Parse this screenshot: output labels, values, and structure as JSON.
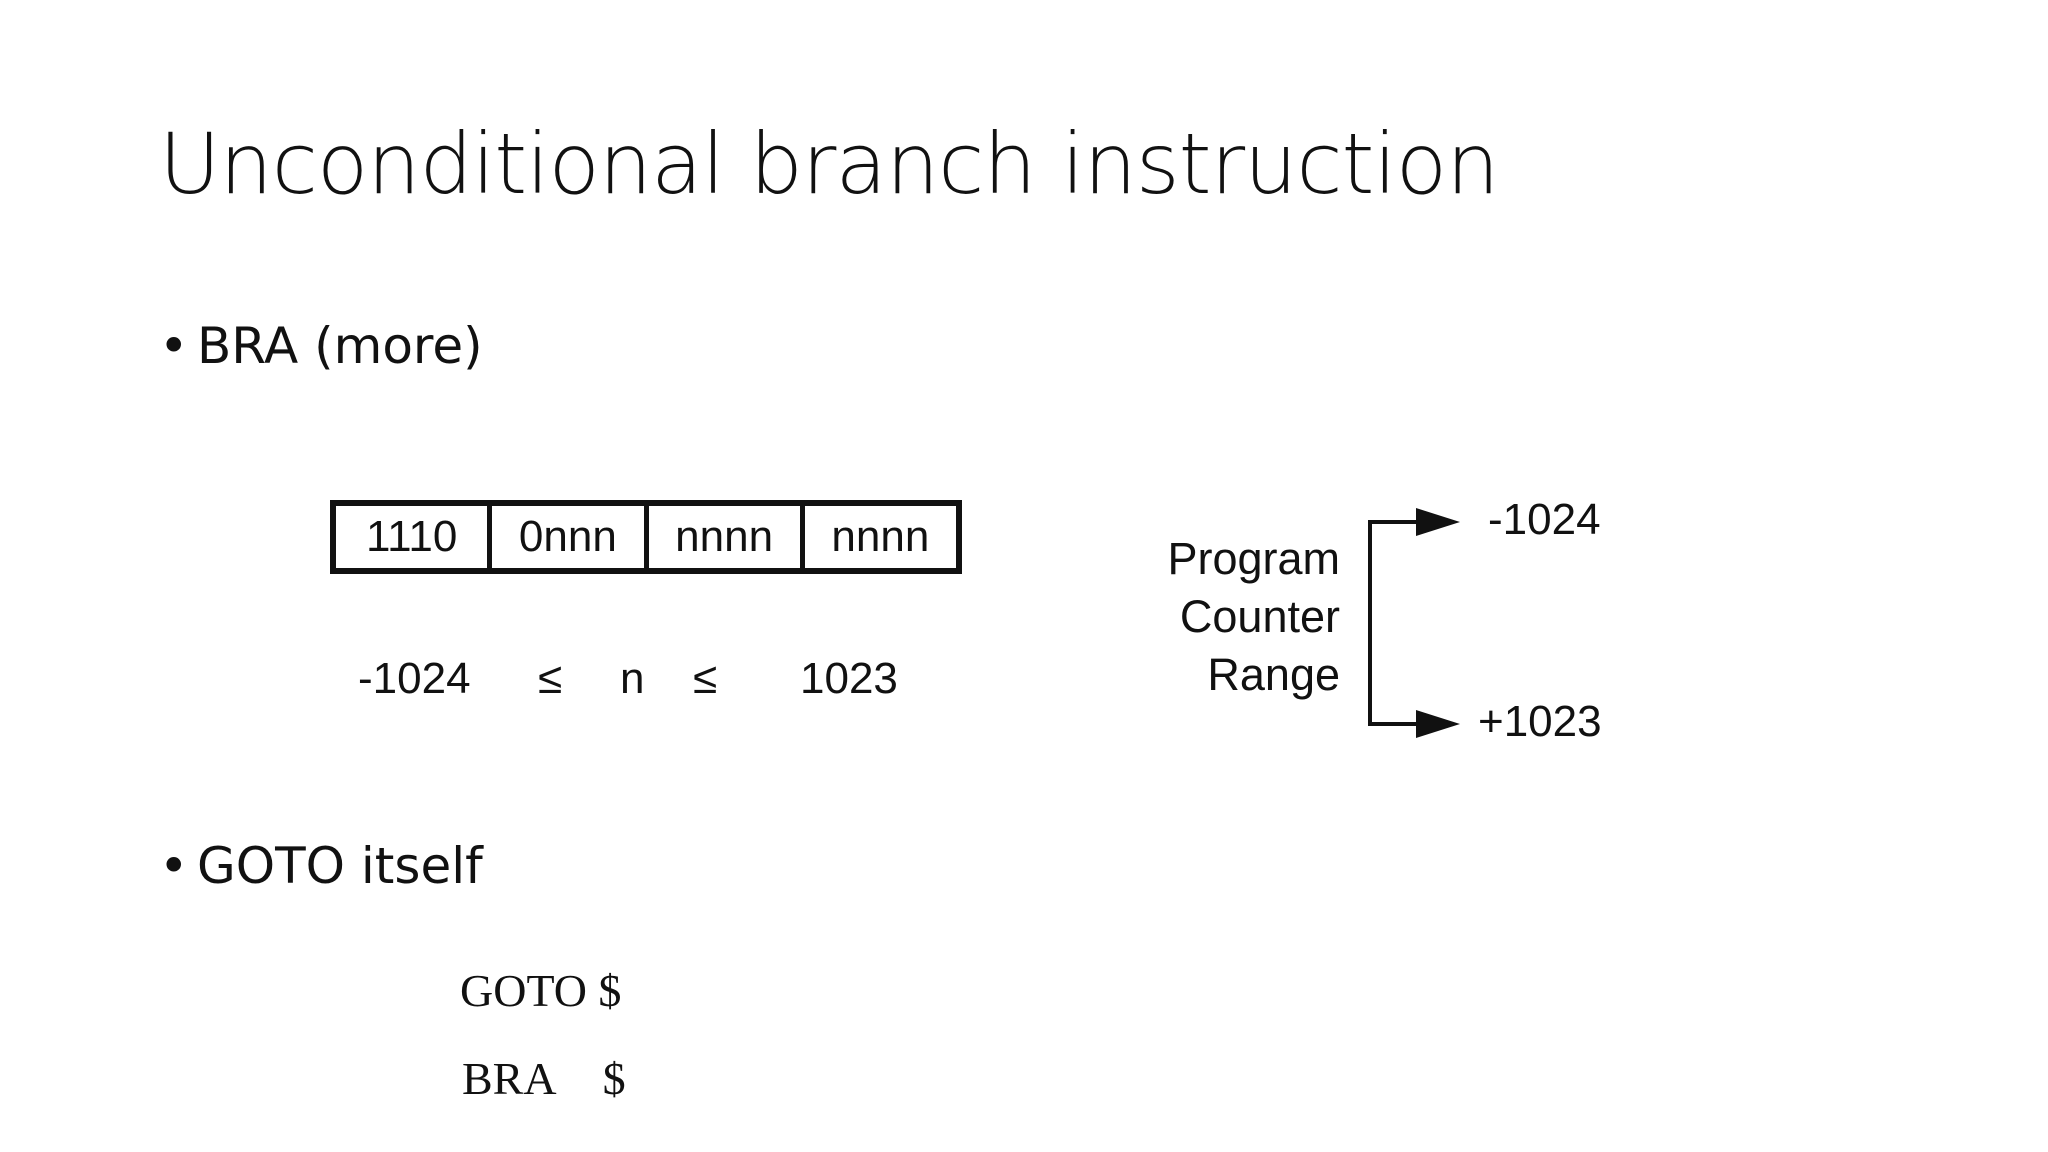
{
  "slide": {
    "title": "Unconditional branch instruction",
    "bullets": [
      {
        "marker": "•",
        "text": "BRA (more)"
      },
      {
        "marker": "•",
        "text": "GOTO itself"
      }
    ]
  },
  "instruction_format": {
    "fields": [
      "1110",
      "0nnn",
      "nnnn",
      "nnnn"
    ]
  },
  "range_constraint": {
    "min": "-1024",
    "op1": "≤",
    "var": "n",
    "op2": "≤",
    "max": "1023"
  },
  "pc_range": {
    "label_lines": [
      "Program",
      "Counter",
      "Range"
    ],
    "top_value": "-1024",
    "bottom_value": "+1023"
  },
  "code": {
    "line1": "GOTO $",
    "line2_op": "BRA",
    "line2_arg": "$"
  }
}
